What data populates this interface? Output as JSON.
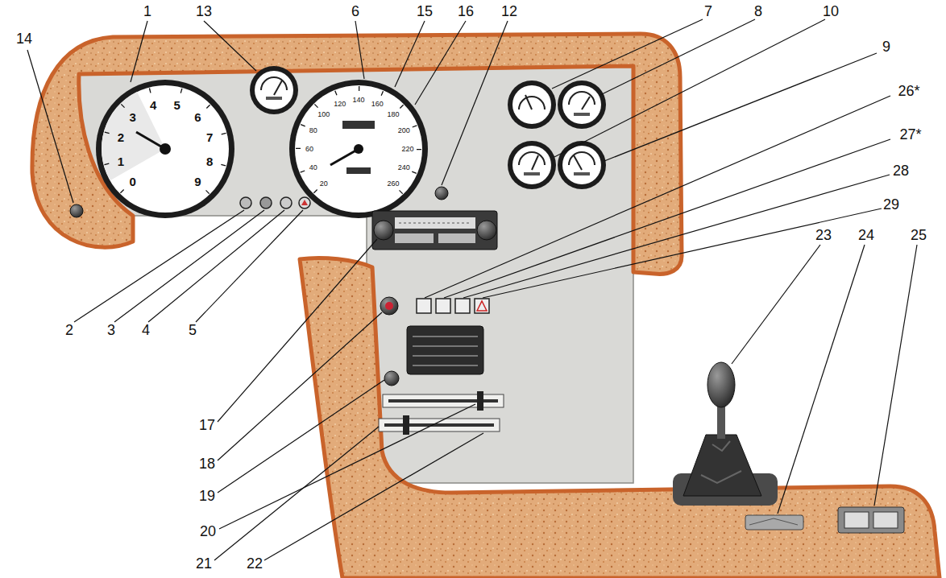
{
  "diagram": {
    "labels": [
      "1",
      "13",
      "6",
      "15",
      "16",
      "12",
      "7",
      "8",
      "10",
      "9",
      "26*",
      "27*",
      "28",
      "29",
      "23",
      "24",
      "25",
      "14",
      "2",
      "3",
      "4",
      "5",
      "17",
      "18",
      "19",
      "20",
      "21",
      "22",
      "0",
      "1",
      "2",
      "3",
      "4",
      "5",
      "6",
      "7",
      "8",
      "9",
      "20",
      "40",
      "60",
      "80",
      "100",
      "120",
      "140",
      "160",
      "180",
      "200",
      "220",
      "240",
      "260"
    ]
  }
}
